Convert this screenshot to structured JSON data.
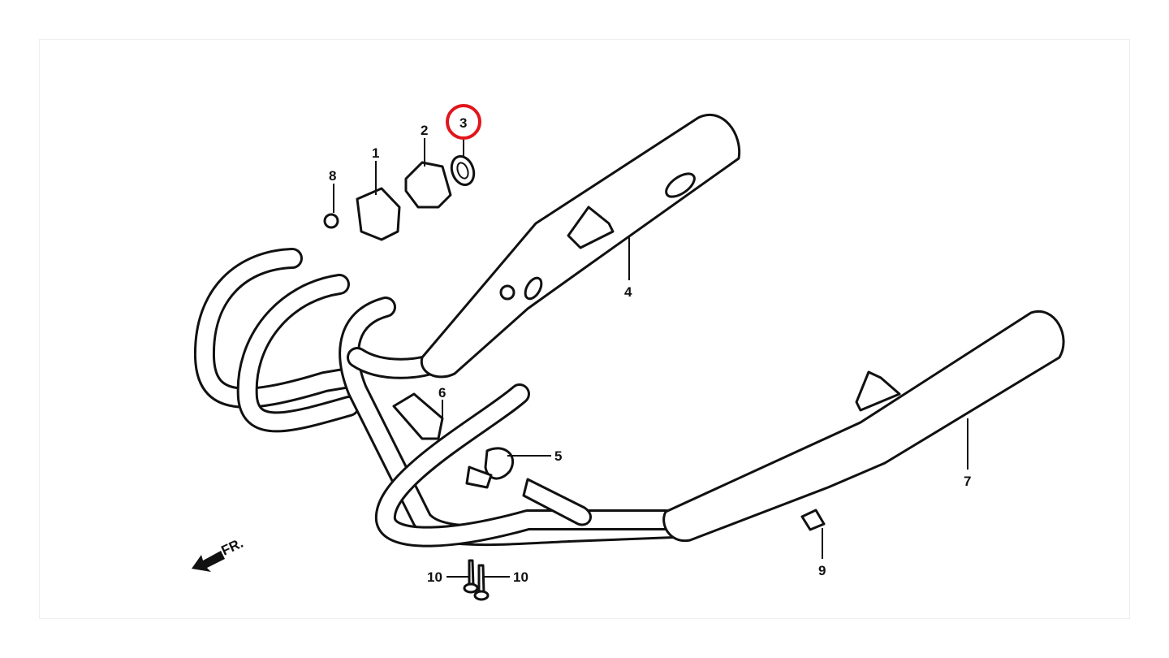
{
  "diagram": {
    "title": "Exhaust system parts diagram",
    "direction_label": "FR.",
    "highlight_color": "#e0161b",
    "highlighted_part": "3",
    "callouts": [
      {
        "id": "c1",
        "label": "1"
      },
      {
        "id": "c2",
        "label": "2"
      },
      {
        "id": "c3",
        "label": "3"
      },
      {
        "id": "c4",
        "label": "4"
      },
      {
        "id": "c5",
        "label": "5"
      },
      {
        "id": "c6",
        "label": "6"
      },
      {
        "id": "c7",
        "label": "7"
      },
      {
        "id": "c8",
        "label": "8"
      },
      {
        "id": "c9",
        "label": "9"
      },
      {
        "id": "c10a",
        "label": "10"
      },
      {
        "id": "c10b",
        "label": "10"
      }
    ]
  }
}
